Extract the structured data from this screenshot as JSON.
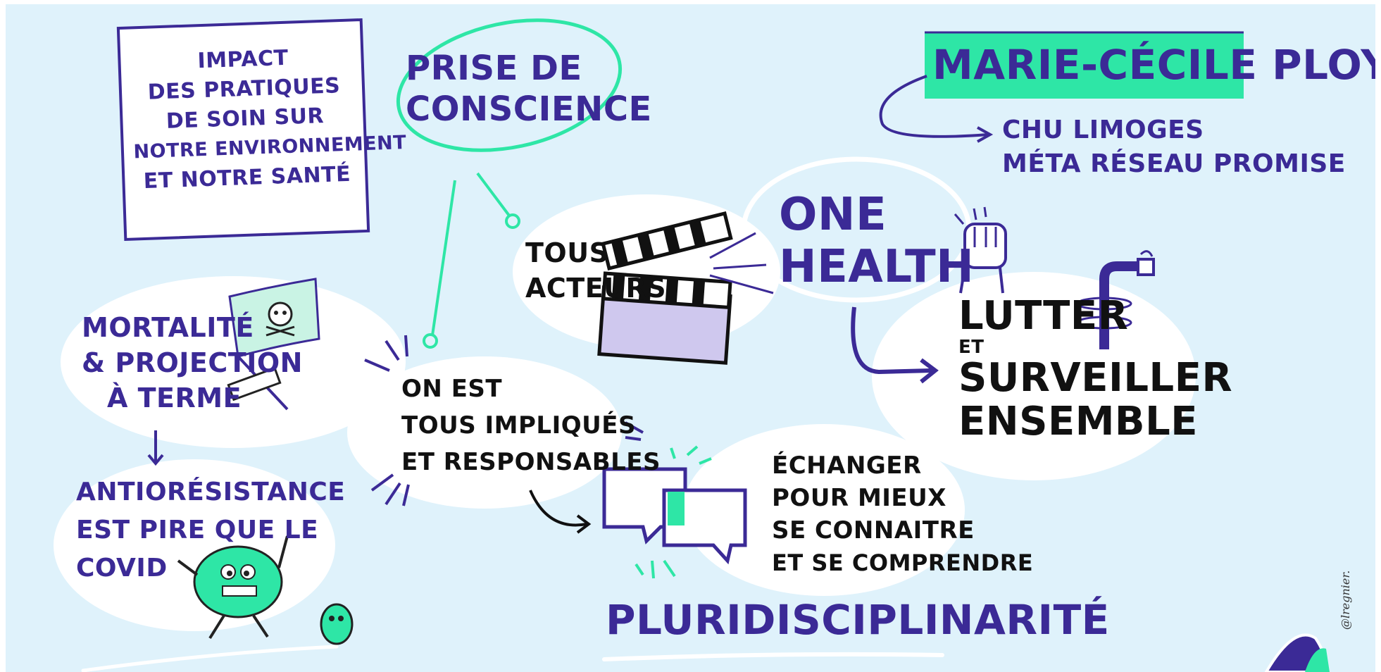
{
  "sketchnote": {
    "speaker": {
      "name": "MARIE-CÉCILE PLOY",
      "affiliation_line1": "CHU LIMOGES",
      "affiliation_line2": "MÉTA RÉSEAU PROMISE"
    },
    "title_board": {
      "line1": "IMPACT",
      "line2": "DES PRATIQUES",
      "line3": "DE SOIN SUR",
      "line4": "NOTRE ENVIRONNEMENT",
      "line5": "ET NOTRE SANTÉ"
    },
    "prise_de_conscience": {
      "line1": "PRISE DE",
      "line2": "CONSCIENCE"
    },
    "tous_acteurs": {
      "line1": "TOUS",
      "line2": "ACTEURS"
    },
    "one_health": {
      "line1": "ONE",
      "line2": "HEALTH"
    },
    "lutter": {
      "line1": "LUTTER",
      "line2": "ET",
      "line3": "SURVEILLER",
      "line4": "ENSEMBLE"
    },
    "mortalite": {
      "line1": "MORTALITÉ",
      "line2": "& PROJECTION",
      "line3": "À TERME"
    },
    "antioresistance": {
      "line1": "ANTIORÉSISTANCE",
      "line2": "EST PIRE QUE LE",
      "line3": "COVID"
    },
    "implique": {
      "line1": "ON EST",
      "line2": "TOUS IMPLIQUÉS",
      "line3": "ET RESPONSABLES"
    },
    "echanger": {
      "line1": "ÉCHANGER",
      "line2": "POUR MIEUX",
      "line3": "SE CONNAITRE",
      "line4": "ET SE COMPRENDRE"
    },
    "pluridisciplinarite": "PLURIDISCIPLINARITÉ",
    "signature": "@lregnier."
  },
  "colors": {
    "background": "#dff2fb",
    "bubble": "#ffffff",
    "purple_ink": "#3b2a96",
    "black_ink": "#111111",
    "mint": "#2ee6a6",
    "lavender": "#cfc8ee"
  }
}
